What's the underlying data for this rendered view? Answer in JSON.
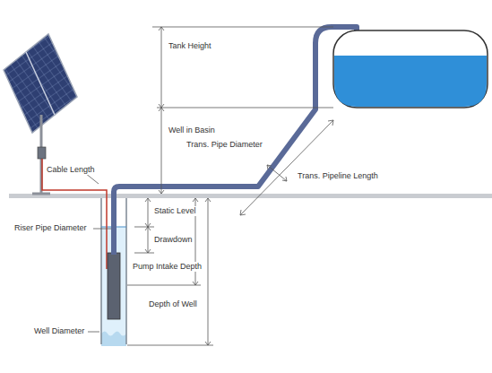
{
  "diagram": {
    "labels": [
      "Tank Height",
      "Well in Basin",
      "Trans. Pipe Diameter",
      "Trans. Pipeline Length",
      "Cable Length",
      "Riser Pipe Diameter",
      "Static Level",
      "Drawdown",
      "Pump Intake Depth",
      "Well Diameter",
      "Depth of Well"
    ]
  }
}
